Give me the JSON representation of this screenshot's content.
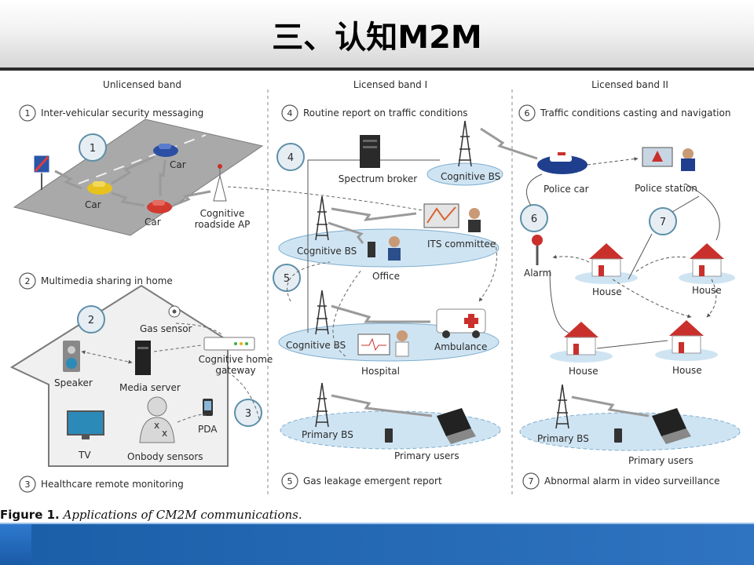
{
  "slide": {
    "title": "三、认知M2M"
  },
  "columns": [
    {
      "header": "Unlicensed band"
    },
    {
      "header": "Licensed band I"
    },
    {
      "header": "Licensed band II"
    }
  ],
  "scenarios": [
    {
      "num": "1",
      "text": "Inter-vehicular security messaging"
    },
    {
      "num": "2",
      "text": "Multimedia sharing in home"
    },
    {
      "num": "3",
      "text": "Healthcare remote monitoring"
    },
    {
      "num": "4",
      "text": "Routine report on traffic conditions"
    },
    {
      "num": "5",
      "text": "Gas leakage emergent report"
    },
    {
      "num": "6",
      "text": "Traffic conditions casting and navigation"
    },
    {
      "num": "7",
      "text": "Abnormal alarm in video surveillance"
    }
  ],
  "labels": {
    "car_a": "Car",
    "car_b": "Car",
    "car_c": "Car",
    "roadside_ap": [
      "Cognitive",
      "roadside AP"
    ],
    "gas_sensor": "Gas sensor",
    "speaker": "Speaker",
    "media_server": "Media server",
    "home_gateway": [
      "Cognitive home",
      "gateway"
    ],
    "tv": "TV",
    "onbody": "Onbody sensors",
    "pda": "PDA",
    "spectrum_broker": "Spectrum broker",
    "cognitive_bs_top": "Cognitive BS",
    "cognitive_bs_office": "Cognitive BS",
    "its": "ITS committee",
    "office": "Office",
    "cognitive_bs_hospital": "Cognitive BS",
    "ambulance": "Ambulance",
    "hospital": "Hospital",
    "primary_bs_1": "Primary BS",
    "primary_users_1": "Primary users",
    "police_car": "Police car",
    "police_station": "Police station",
    "alarm": "Alarm",
    "house_1": "House",
    "house_2": "House",
    "house_3": "House",
    "house_4": "House",
    "primary_bs_2": "Primary BS",
    "primary_users_2": "Primary users",
    "x1": "x",
    "x2": "x"
  },
  "caption": {
    "figure": "Figure 1.",
    "text": " Applications of CM2M communications."
  },
  "colors": {
    "ellipse": "#cfe4f2",
    "ellipse_edge": "#7eaecf",
    "callout_fill": "#e6eef4",
    "callout_edge": "#5e8fa8",
    "house_roof": "#c9302c",
    "footer": "#1f64b0"
  }
}
